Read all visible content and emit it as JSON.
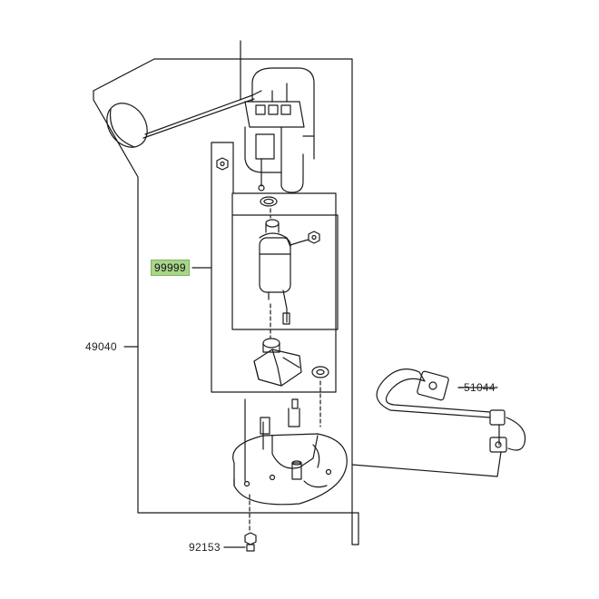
{
  "parts": {
    "label_49040": "49040",
    "label_99999": "99999",
    "label_51044": "51044",
    "label_92153": "92153"
  },
  "colors": {
    "line": "#1a1a1a",
    "highlight": "#a8d58a",
    "background": "#ffffff"
  },
  "icons": {
    "fuel_level_sender": "float-arm-icon",
    "fuel_pump": "fuel-pump-icon",
    "mounting_plate": "pump-flange-icon",
    "fuel_hose": "fuel-hose-icon",
    "bolt": "bolt-icon"
  }
}
